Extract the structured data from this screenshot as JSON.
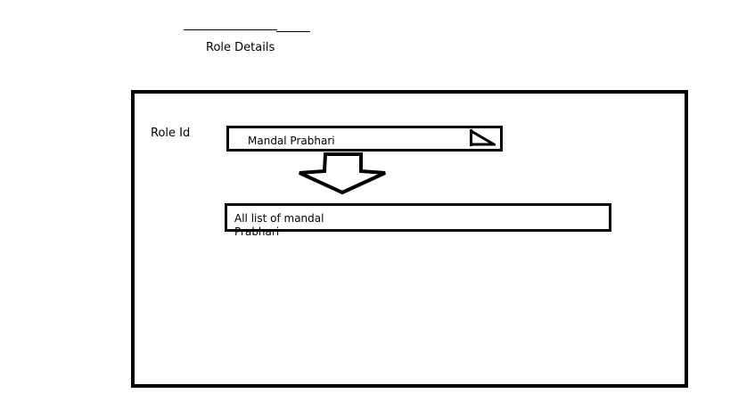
{
  "header": {
    "title": "Role Details"
  },
  "form": {
    "role_id_label": "Role Id",
    "role_dropdown": {
      "selected_value": "Mandal Prabhari"
    },
    "result_list": {
      "text": "All list of mandal Prabhari"
    }
  },
  "icons": {
    "dropdown_toggle": "triangle-dropdown-icon",
    "flow_arrow": "down-arrow-icon"
  },
  "colors": {
    "stroke": "#000000",
    "background": "#ffffff"
  }
}
